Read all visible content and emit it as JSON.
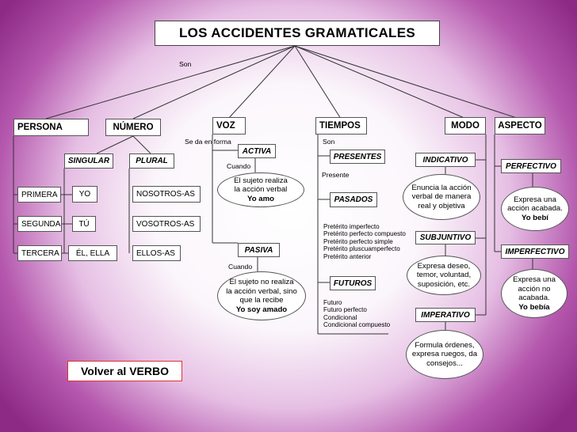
{
  "title": "LOS ACCIDENTES GRAMATICALES",
  "labels": {
    "son_main": "Son",
    "se_da_en_forma": "Se da en forma",
    "son_tiempos": "Son",
    "cuando_activa": "Cuando",
    "cuando_pasiva": "Cuando",
    "presente": "Presente"
  },
  "categories": {
    "persona": "PERSONA",
    "numero": "NÚMERO",
    "voz": "VOZ",
    "tiempos": "TIEMPOS",
    "modo": "MODO",
    "aspecto": "ASPECTO"
  },
  "persona": {
    "primera": "PRIMERA",
    "segunda": "SEGUNDA",
    "tercera": "TERCERA"
  },
  "numero": {
    "singular": "SINGULAR",
    "plural": "PLURAL",
    "singular_items": [
      "YO",
      "TÚ",
      "ÉL, ELLA"
    ],
    "plural_items": [
      "NOSOTROS-AS",
      "VOSOTROS-AS",
      "ELLOS-AS"
    ]
  },
  "voz": {
    "activa": "ACTIVA",
    "activa_desc": [
      "El sujeto realiza",
      "la acción verbal"
    ],
    "activa_example": "Yo amo",
    "pasiva": "PASIVA",
    "pasiva_desc": [
      "El sujeto no realiza",
      "la acción verbal, sino",
      "que la recibe"
    ],
    "pasiva_example": "Yo soy amado"
  },
  "tiempos": {
    "presentes": "PRESENTES",
    "pasados": "PASADOS",
    "futuros": "FUTUROS",
    "pasados_list": [
      "Pretérito imperfecto",
      "Pretérito perfecto compuesto",
      "Pretérito perfecto simple",
      "Pretérito pluscuamperfecto",
      "Pretérito anterior"
    ],
    "futuros_list": [
      "Futuro",
      "Futuro perfecto",
      "Condicional",
      "Condicional compuesto"
    ]
  },
  "modo": {
    "indicativo": "INDICATIVO",
    "indicativo_desc": [
      "Enuncia la acción",
      "verbal de manera",
      "real y objetiva"
    ],
    "subjuntivo": "SUBJUNTIVO",
    "subjuntivo_desc": [
      "Expresa deseo,",
      "temor, voluntad,",
      "suposición, etc."
    ],
    "imperativo": "IMPERATIVO",
    "imperativo_desc": [
      "Formula órdenes,",
      "expresa ruegos, da",
      "consejos..."
    ]
  },
  "aspecto": {
    "perfectivo": "PERFECTIVO",
    "perfectivo_desc": [
      "Expresa una",
      "acción acabada."
    ],
    "perfectivo_example": "Yo bebí",
    "imperfectivo": "IMPERFECTIVO",
    "imperfectivo_desc": [
      "Expresa una",
      "acción no",
      "acabada."
    ],
    "imperfectivo_example": "Yo bebía"
  },
  "back_button": "Volver al VERBO"
}
